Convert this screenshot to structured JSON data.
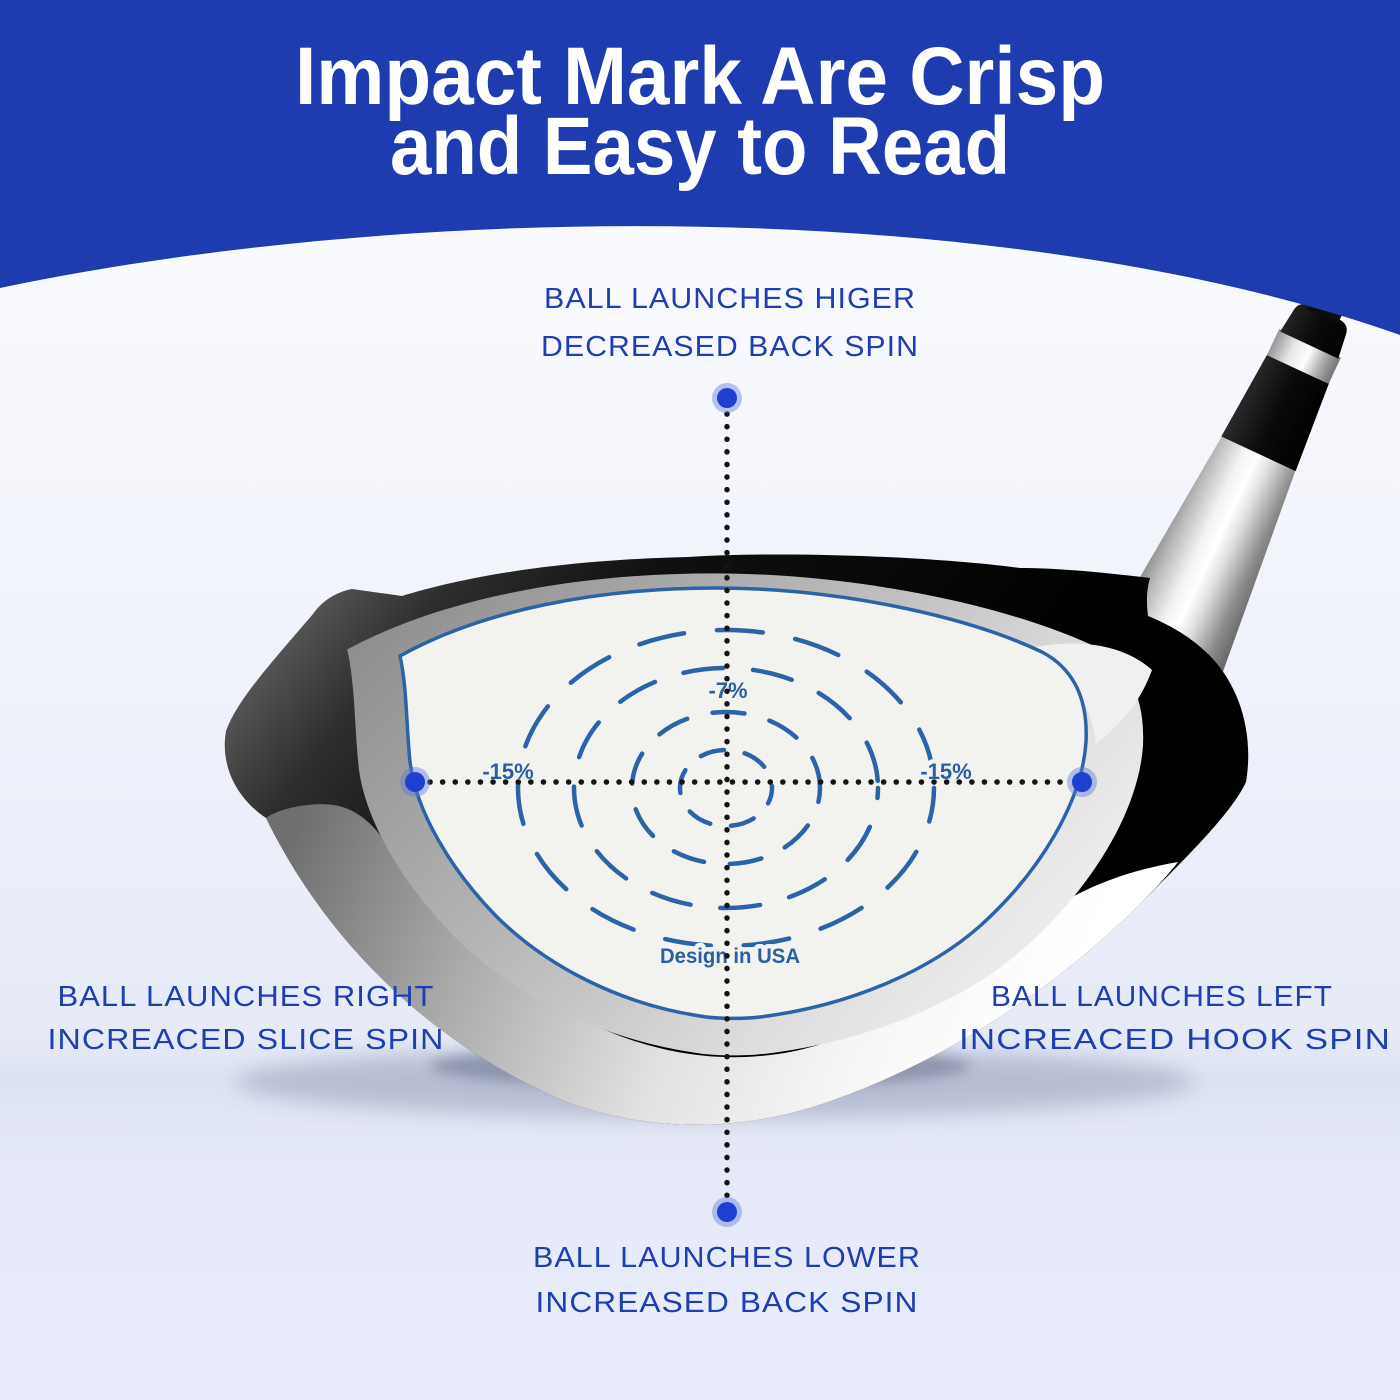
{
  "title": {
    "line1": "Impact Mark Are Crisp",
    "line2": "and Easy to Read"
  },
  "callouts": {
    "top": {
      "line1": "BALL LAUNCHES HIGER",
      "line2": "DECREASED BACK SPIN"
    },
    "left": {
      "line1": "BALL LAUNCHES RIGHT",
      "line2": "INCREACED SLICE SPIN"
    },
    "right": {
      "line1": "BALL LAUNCHES LEFT",
      "line2": "INCREACED HOOK SPIN"
    },
    "bottom": {
      "line1": "BALL LAUNCHES LOWER",
      "line2": "INCREASED BACK SPIN"
    }
  },
  "face_markings": {
    "top_zone": "-7%",
    "heel_zone": "-15%",
    "toe_zone": "-15%",
    "brand": "Design in USA"
  },
  "colors": {
    "header_blue": "#1e3bb0",
    "title_text": "#ffffff",
    "callout_blue": "#1e3eb1",
    "marking_blue": "#2b62a8",
    "marker_dot_blue": "#1f3fd0",
    "crosshair_black": "#141414",
    "face_ivory": "#f2f2ef"
  }
}
